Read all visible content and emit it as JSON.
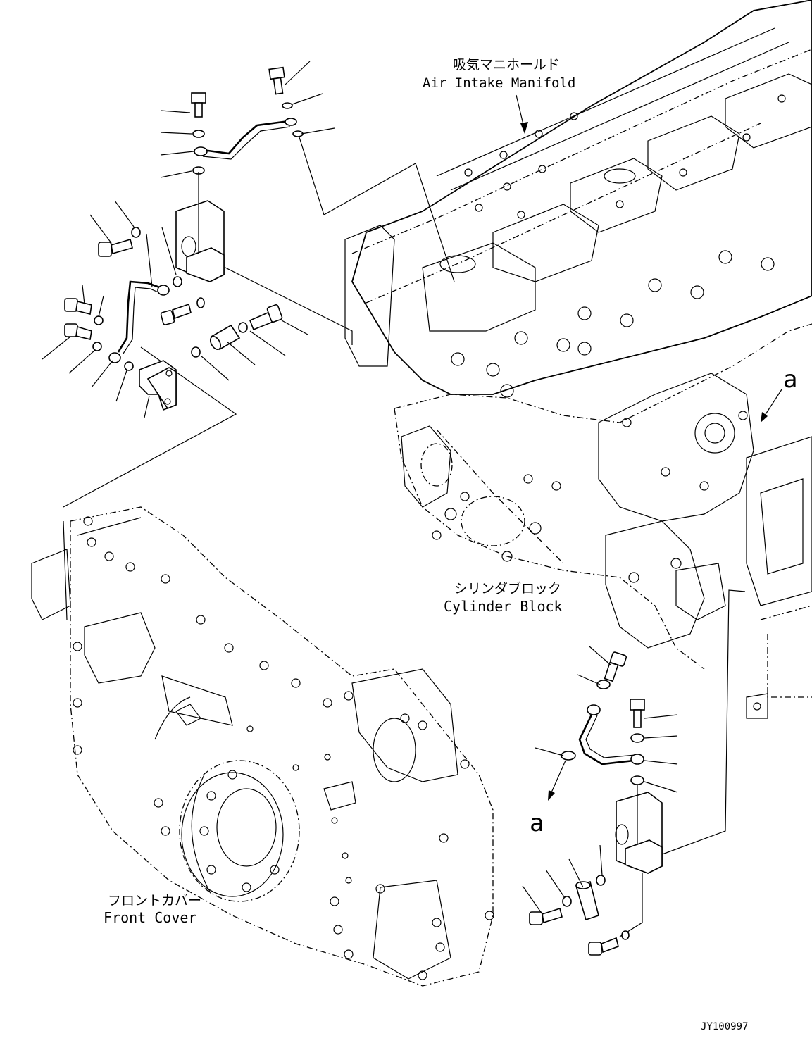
{
  "labels": {
    "air_intake_jp": "吸気マニホールド",
    "air_intake_en": "Air Intake Manifold",
    "cylinder_block_jp": "シリンダブロック",
    "cylinder_block_en": "Cylinder Block",
    "front_cover_jp": "フロントカバー",
    "front_cover_en": "Front Cover",
    "ref_a_upper": "a",
    "ref_a_lower": "a",
    "drawing_number": "JY100997"
  }
}
